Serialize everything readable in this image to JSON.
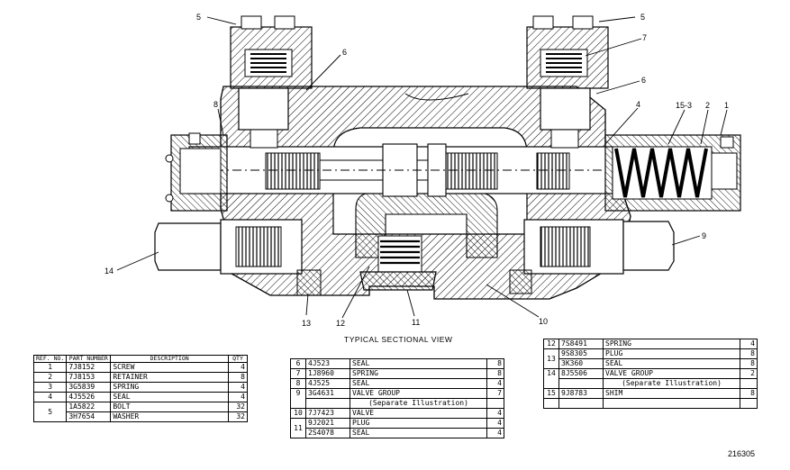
{
  "callouts": {
    "c5a": "5",
    "c5b": "5",
    "c7": "7",
    "c6a": "6",
    "c6b": "6",
    "c8": "8",
    "c4": "4",
    "c15": "15-3",
    "c2": "2",
    "c1": "1",
    "c9": "9",
    "c14": "14",
    "c13": "13",
    "c12": "12",
    "c11": "11",
    "c10": "10"
  },
  "caption": "TYPICAL SECTIONAL VIEW",
  "figure_number": "216305",
  "table_headers": {
    "ref": "REF. NO.",
    "part": "PART NUMBER",
    "desc": "DESCRIPTION",
    "qty": "QTY"
  },
  "table1": [
    {
      "ref": "1",
      "part": "7J8152",
      "desc": "SCREW",
      "qty": "4"
    },
    {
      "ref": "2",
      "part": "7J8153",
      "desc": "RETAINER",
      "qty": "8"
    },
    {
      "ref": "3",
      "part": "3G5839",
      "desc": "SPRING",
      "qty": "4"
    },
    {
      "ref": "4",
      "part": "4J5526",
      "desc": "SEAL",
      "qty": "4"
    },
    {
      "ref": "5",
      "part": "1A5822",
      "desc": "BOLT",
      "qty": "32"
    },
    {
      "ref": "",
      "part": "3H7654",
      "desc": "WASHER",
      "qty": "32"
    }
  ],
  "table2": [
    {
      "ref": "6",
      "part": "4J523",
      "desc": "SEAL",
      "qty": "8"
    },
    {
      "ref": "7",
      "part": "1J8960",
      "desc": "SPRING",
      "qty": "8"
    },
    {
      "ref": "8",
      "part": "4J525",
      "desc": "SEAL",
      "qty": "4"
    },
    {
      "ref": "9",
      "part": "3G4631",
      "desc": "VALVE GROUP",
      "qty": "7"
    },
    {
      "ref": "",
      "part": "",
      "desc": "(Separate Illustration)",
      "qty": ""
    },
    {
      "ref": "10",
      "part": "7J7423",
      "desc": "VALVE",
      "qty": "4"
    },
    {
      "ref": "11",
      "part": "9J2021",
      "desc": "PLUG",
      "qty": "4"
    },
    {
      "ref": "",
      "part": "2S4078",
      "desc": "SEAL",
      "qty": "4"
    }
  ],
  "table3": [
    {
      "ref": "12",
      "part": "7S8491",
      "desc": "SPRING",
      "qty": "4"
    },
    {
      "ref": "13",
      "part": "9S8305",
      "desc": "PLUG",
      "qty": "8"
    },
    {
      "ref": "",
      "part": "3K360",
      "desc": "SEAL",
      "qty": "8"
    },
    {
      "ref": "14",
      "part": "8J5506",
      "desc": "VALVE GROUP",
      "qty": "2"
    },
    {
      "ref": "",
      "part": "",
      "desc": "(Separate Illustration)",
      "qty": ""
    },
    {
      "ref": "15",
      "part": "9J8783",
      "desc": "SHIM",
      "qty": "8"
    }
  ]
}
